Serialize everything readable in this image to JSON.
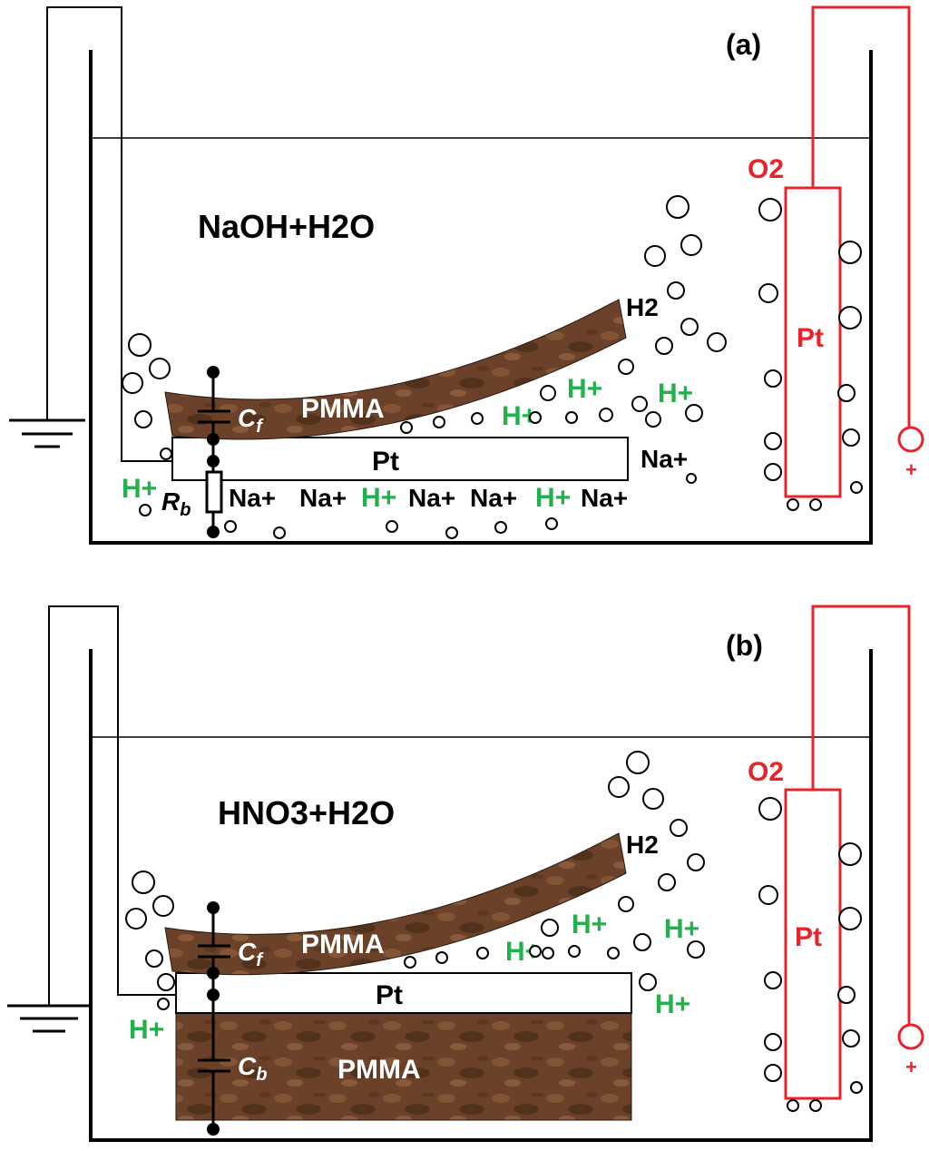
{
  "panel_a": {
    "label": "(a)",
    "solution": "NaOH+H2O",
    "gas_cathode": "H2",
    "gas_anode": "O2",
    "electrode": "Pt",
    "anode_electrode": "Pt",
    "film": "PMMA",
    "capacitor_f": "C",
    "capacitor_f_sub": "f",
    "resistor_b": "R",
    "resistor_b_sub": "b",
    "plus": "+",
    "ions_top": [
      "H+",
      "H+",
      "H+"
    ],
    "ion_right": "Na+",
    "ion_left": "H+",
    "ions_bottom": [
      "Na+",
      "Na+",
      "H+",
      "Na+",
      "Na+",
      "H+",
      "Na+"
    ]
  },
  "panel_b": {
    "label": "(b)",
    "solution": "HNO3+H2O",
    "gas_cathode": "H2",
    "gas_anode": "O2",
    "electrode": "Pt",
    "anode_electrode": "Pt",
    "film_top": "PMMA",
    "film_bottom": "PMMA",
    "capacitor_f": "C",
    "capacitor_f_sub": "f",
    "capacitor_b": "C",
    "capacitor_b_sub": "b",
    "plus": "+",
    "ions_top": [
      "H+",
      "H+",
      "H+"
    ],
    "ion_right": "H+",
    "ion_left": "H+"
  },
  "colors": {
    "ion_h": "#22b14c",
    "anode": "#e8232a",
    "pmma": "#6b4229",
    "wire": "#000000"
  }
}
